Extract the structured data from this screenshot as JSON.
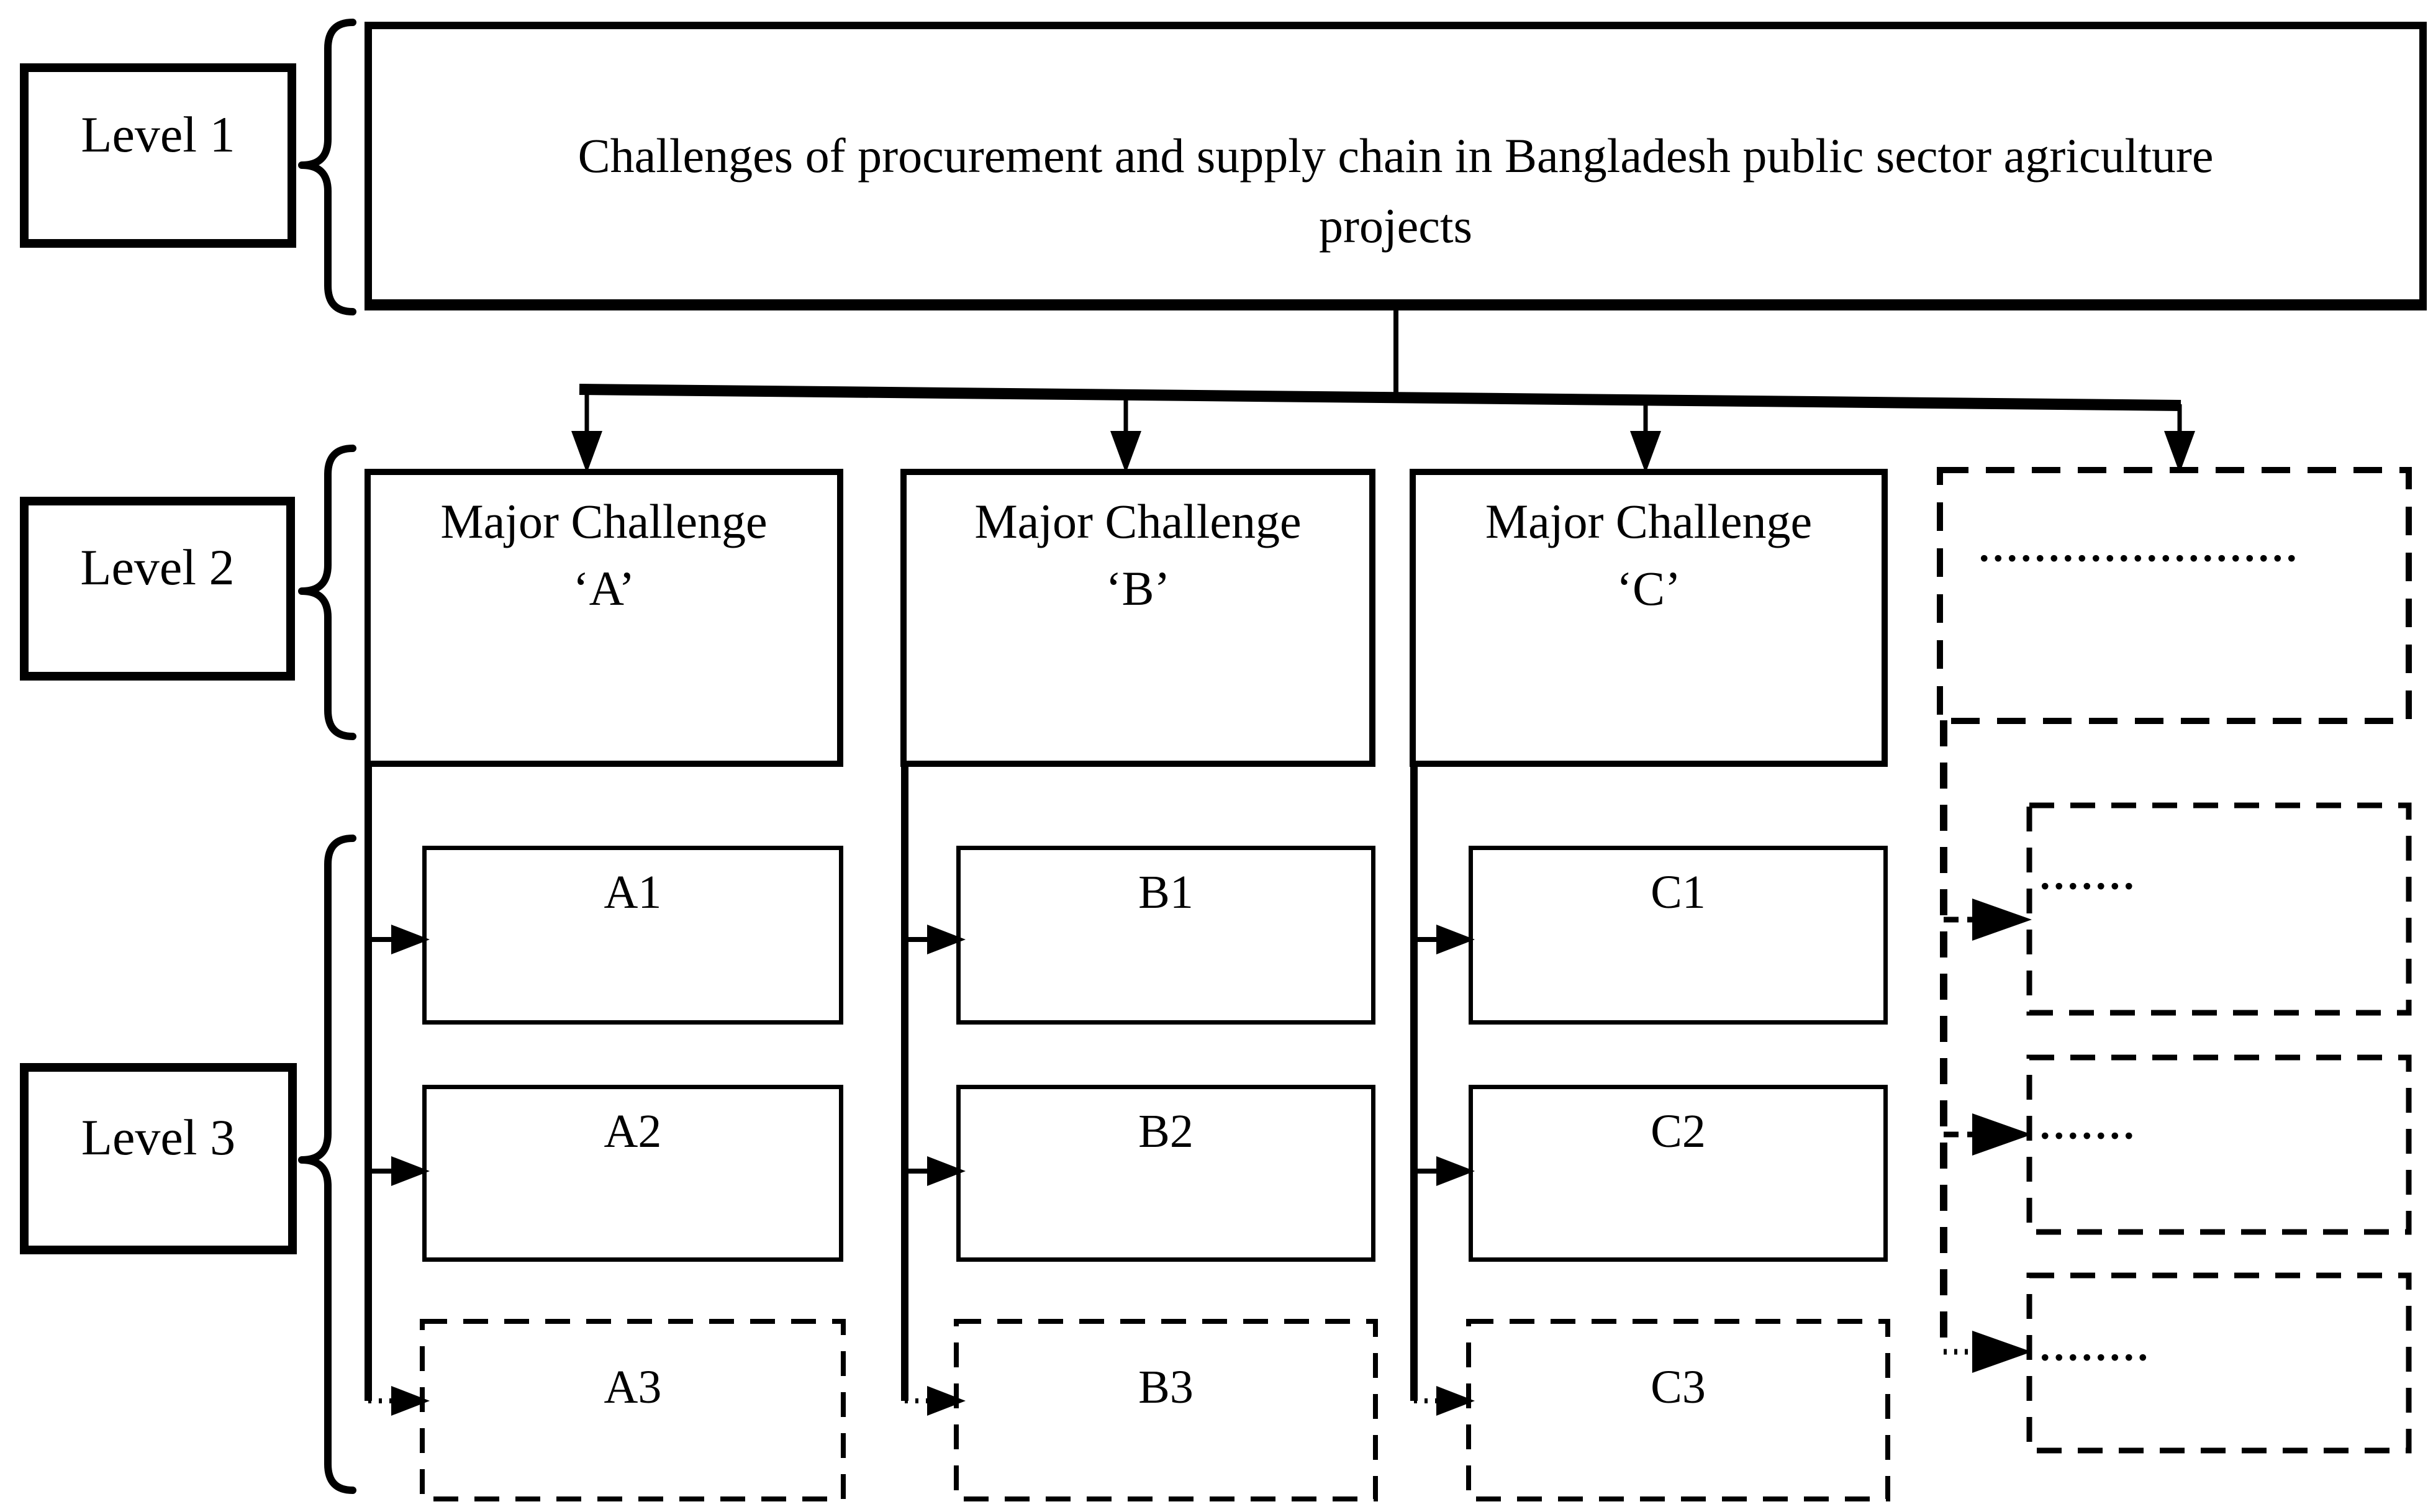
{
  "figure": {
    "background_color": "#ffffff",
    "ink_color": "#000000",
    "levels": [
      {
        "label": "Level 1"
      },
      {
        "label": "Level 2"
      },
      {
        "label": "Level 3"
      }
    ],
    "root_title": "Challenges of procurement and supply chain in Bangladesh public sector agriculture\nprojects",
    "columns": [
      {
        "major_line1": "Major Challenge",
        "major_line2": "‘A’",
        "subs": [
          "A1",
          "A2",
          "A3"
        ]
      },
      {
        "major_line1": "Major Challenge",
        "major_line2": "‘B’",
        "subs": [
          "B1",
          "B2",
          "B3"
        ]
      },
      {
        "major_line1": "Major Challenge",
        "major_line2": "‘C’",
        "subs": [
          "C1",
          "C2",
          "C3"
        ]
      },
      {
        "major_dots": ".......................",
        "sub_dots": [
          ".......",
          ".......",
          "........"
        ]
      }
    ]
  }
}
